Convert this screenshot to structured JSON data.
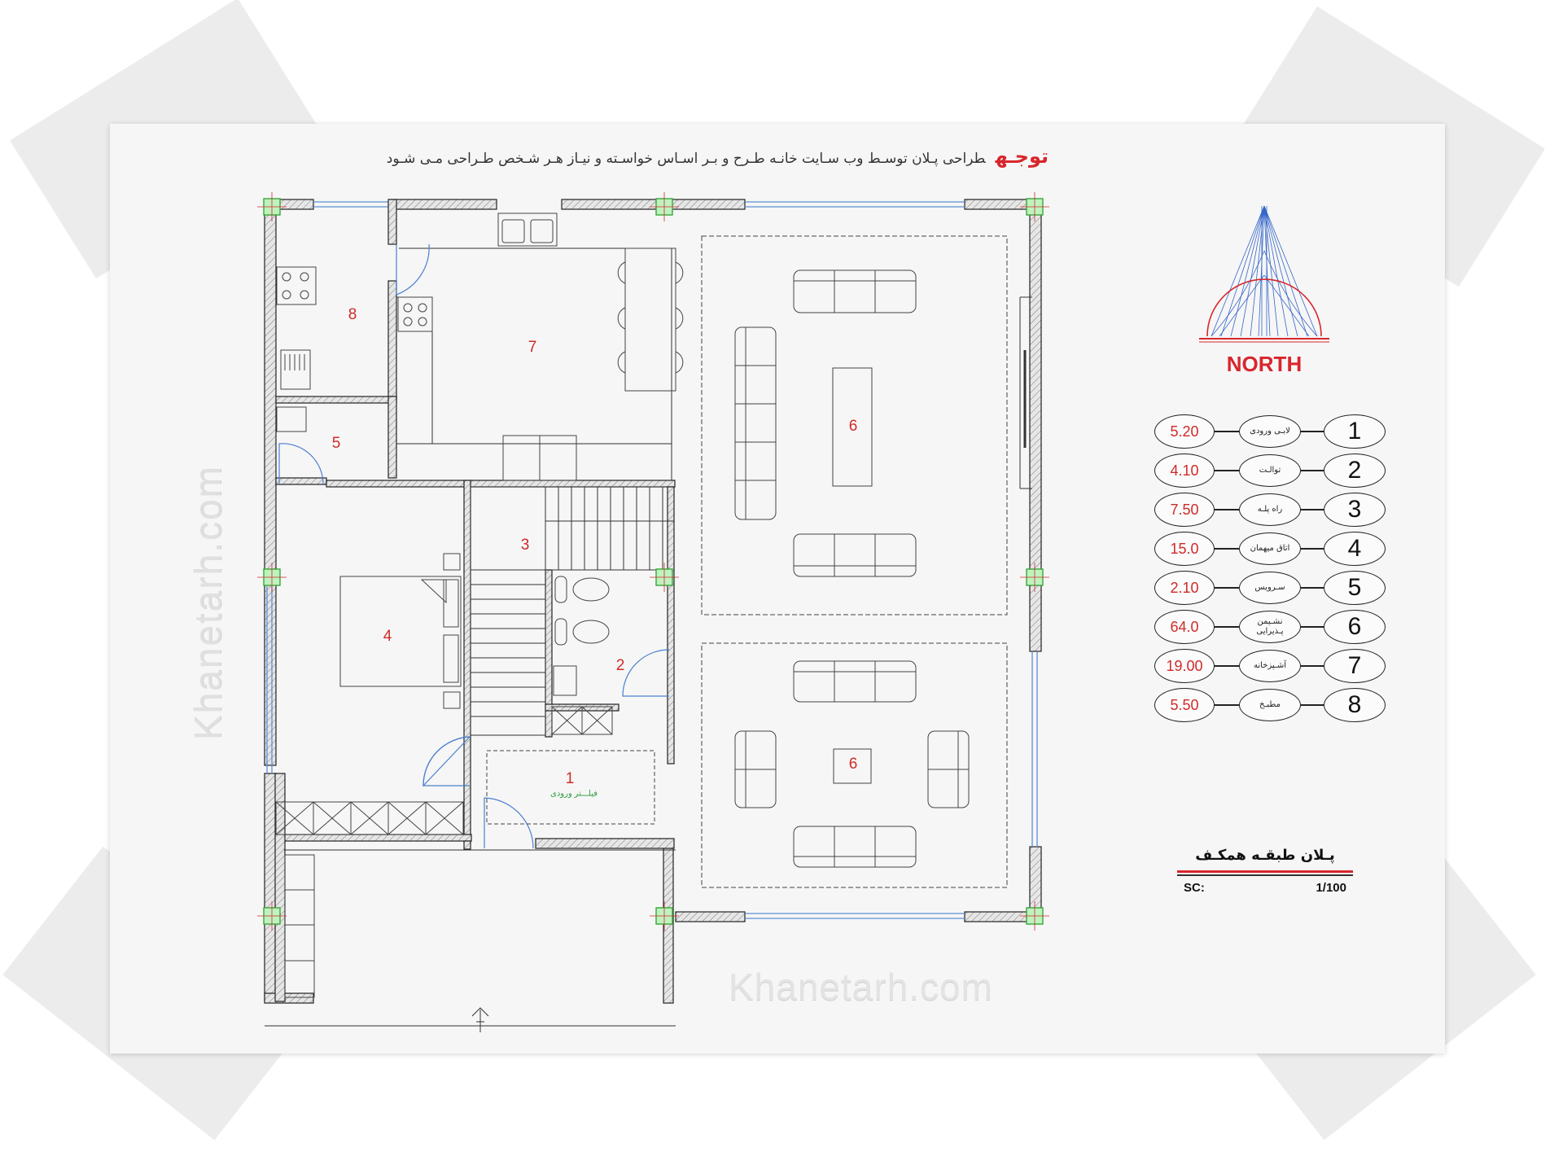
{
  "note": {
    "label": "توجـه",
    "text": "طراحی پـلان توسـط وب سـایت خانـه طـرح  و بـر اسـاس خواسـته و نیـاز هـر شـخص طـراحی مـی شـود"
  },
  "watermark": "Khanetarh.com",
  "north_label": "NORTH",
  "room_labels": [
    "8",
    "7",
    "6",
    "5",
    "4",
    "3",
    "2",
    "1",
    "6"
  ],
  "entry_sublabel": "فیلـــتر ورودی",
  "legend": [
    {
      "num": "1",
      "name": "لابـی ورودی",
      "area": "5.20"
    },
    {
      "num": "2",
      "name": "توالـت",
      "area": "4.10"
    },
    {
      "num": "3",
      "name": "راه پلـه",
      "area": "7.50"
    },
    {
      "num": "4",
      "name": "اتاق میهمان",
      "area": "15.0"
    },
    {
      "num": "5",
      "name": "سـرویس",
      "area": "2.10"
    },
    {
      "num": "6",
      "name": "نشـیمن پـذیرایی",
      "area": "64.0"
    },
    {
      "num": "7",
      "name": "آشـپزخانه",
      "area": "19.00"
    },
    {
      "num": "8",
      "name": "مطبـخ",
      "area": "5.50"
    }
  ],
  "title_block": {
    "title": "پـلان طبقـه همکـف",
    "scale_label": "SC:",
    "scale_value": "1/100"
  },
  "colors": {
    "accent": "#d8262c",
    "line": "#222222",
    "window": "#5b8fd6",
    "column": "#5fd35f"
  }
}
